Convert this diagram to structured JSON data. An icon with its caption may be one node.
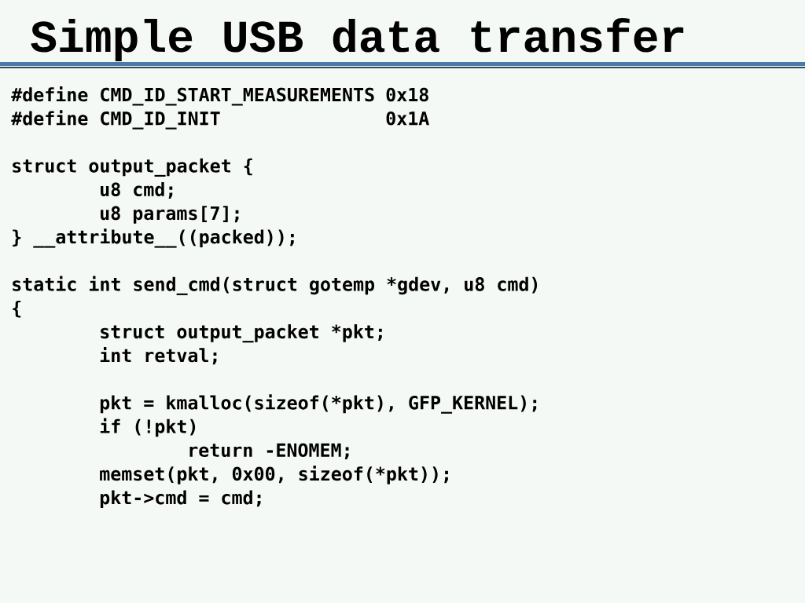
{
  "diagram": {
    "title": "Simple USB data transfer",
    "labels": [
      "#define CMD_ID_START_MEASUREMENTS",
      "0x18",
      "#define CMD_ID_INIT",
      "0x1A",
      "struct output_packet {",
      "u8 cmd;",
      "u8 params[7];",
      "} __attribute__((packed));",
      "static int send_cmd(struct gotemp *gdev, u8 cmd)",
      "{",
      "struct output_packet *pkt;",
      "int retval;",
      "pkt = kmalloc(sizeof(*pkt), GFP_KERNEL);",
      "if (!pkt)",
      "return -ENOMEM;",
      "memset(pkt, 0x00, sizeof(*pkt));",
      "pkt->cmd = cmd;"
    ]
  }
}
